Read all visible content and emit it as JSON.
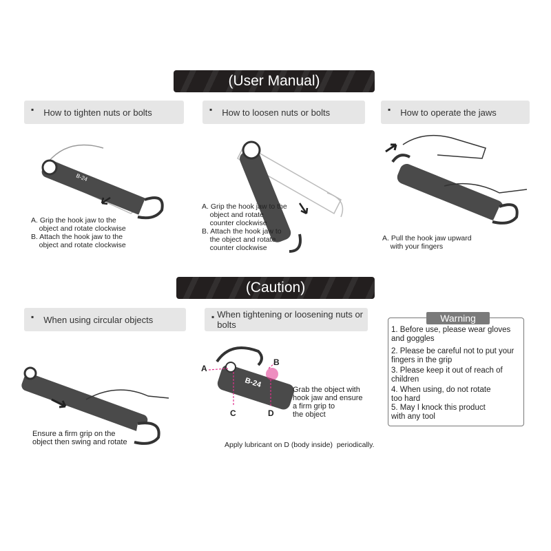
{
  "manual": {
    "title": "(User Manual)",
    "panels": [
      {
        "heading": "How to tighten nuts or bolts",
        "caption": "A. Grip the hook jaw to the\n    object and rotate clockwise\nB. Attach the hook jaw to the\n    object and rotate clockwise"
      },
      {
        "heading": "How to loosen nuts or bolts",
        "caption": "A. Grip the hook jaw to the\n    object and rotate\n    counter clockwise\nB. Attach the hook jaw to\n    the object and rotate\n    counter clockwise"
      },
      {
        "heading": "How to operate the jaws",
        "caption": "A. Pull the hook jaw upward\n    with your fingers"
      }
    ]
  },
  "caution": {
    "title": "(Caution)",
    "panels": [
      {
        "heading": "When using circular objects",
        "caption": "Ensure a firm grip on the\nobject then swing and rotate"
      },
      {
        "heading": "When tightening or loosening nuts or bolts",
        "caption": "Grab the object with\nhook jaw and ensure\na firm grip to\nthe object",
        "note": "Apply lubricant on D (body inside)  periodically.",
        "labels": {
          "a": "A",
          "b": "B",
          "c": "C",
          "d": "D"
        }
      }
    ]
  },
  "tool_marking": "B-24",
  "warning": {
    "title": "Warning",
    "items": [
      "1. Before use, please wear gloves\nand goggles",
      "2. Please be careful not to put your\nfingers in the grip",
      "3. Please keep it out of reach of\nchildren",
      "4. When using, do not rotate\ntoo hard",
      "5. May I knock this product\nwith any tool"
    ]
  },
  "colors": {
    "banner": "#231f1f",
    "panel": "#e6e6e6",
    "accent": "#e0308c",
    "tool": "#4a4a4a"
  }
}
